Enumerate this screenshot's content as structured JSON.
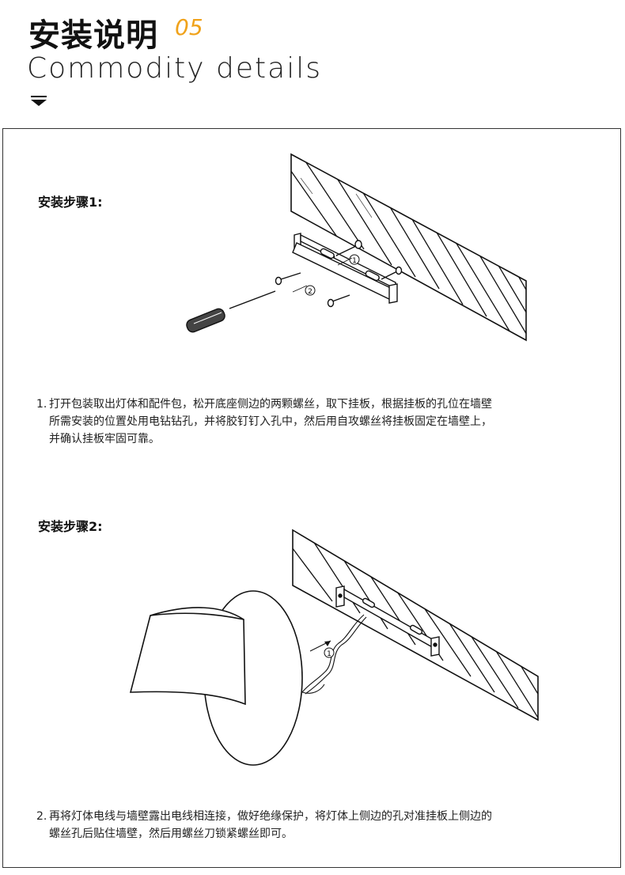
{
  "header": {
    "title": "安装说明",
    "number": "05",
    "subtitle": "Commodity  details"
  },
  "colors": {
    "accent": "#f0a21a",
    "line": "#222222"
  },
  "step1": {
    "label": "安装步骤1:",
    "number": "1.",
    "text_line1": "打开包装取出灯体和配件包，松开底座侧边的两颗螺丝，取下挂板，根据挂板的孔位在墙壁",
    "text_line2": "所需安装的位置处用电钻钻孔，并将胶钉钉入孔中，然后用自攻螺丝将挂板固定在墙壁上，",
    "text_line3": "并确认挂板牢固可靠。",
    "callout1": "1",
    "callout2": "2"
  },
  "step2": {
    "label": "安装步骤2:",
    "number": "2.",
    "text_line1": "再将灯体电线与墙壁露出电线相连接，做好绝缘保护，将灯体上侧边的孔对准挂板上侧边的",
    "text_line2": "螺丝孔后贴住墙壁，然后用螺丝刀锁紧螺丝即可。",
    "callout1": "1"
  }
}
